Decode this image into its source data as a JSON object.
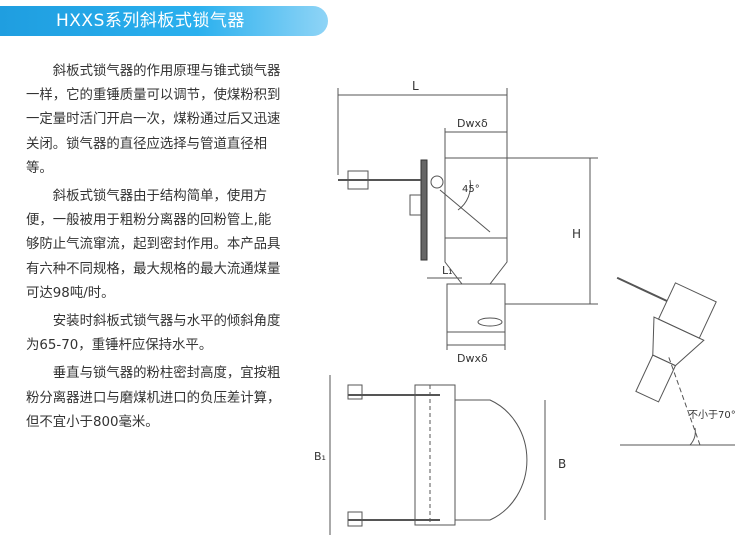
{
  "title": "HXXS系列斜板式锁气器",
  "paragraphs": [
    "斜板式锁气器的作用原理与锥式锁气器一样，它的重锤质量可以调节，使煤粉积到一定量时活门开启一次，煤粉通过后又迅速关闭。锁气器的直径应选择与管道直径相等。",
    "斜板式锁气器由于结构简单，使用方便，一般被用于粗粉分离器的回粉管上,能够防止气流窜流，起到密封作用。本产品具有六种不同规格，最大规格的最大流通煤量可达98吨/时。",
    "安装时斜板式锁气器与水平的倾斜角度为65-70，重锤杆应保持水平。",
    "垂直与锁气器的粉柱密封高度，宜按粗粉分离器进口与磨煤机进口的负压差计算，但不宜小于800毫米。"
  ],
  "drawing": {
    "label_L": "L",
    "label_dwx_top": "Dwxδ",
    "label_angle": "45°",
    "label_H": "H",
    "label_L1": "L₁",
    "label_dwx_bottom": "Dwxδ",
    "label_B1": "B₁",
    "label_B": "B",
    "label_min_angle": "不小于70°"
  },
  "colors": {
    "banner": "#1f9ee0",
    "text": "#333333",
    "line": "#555555"
  }
}
